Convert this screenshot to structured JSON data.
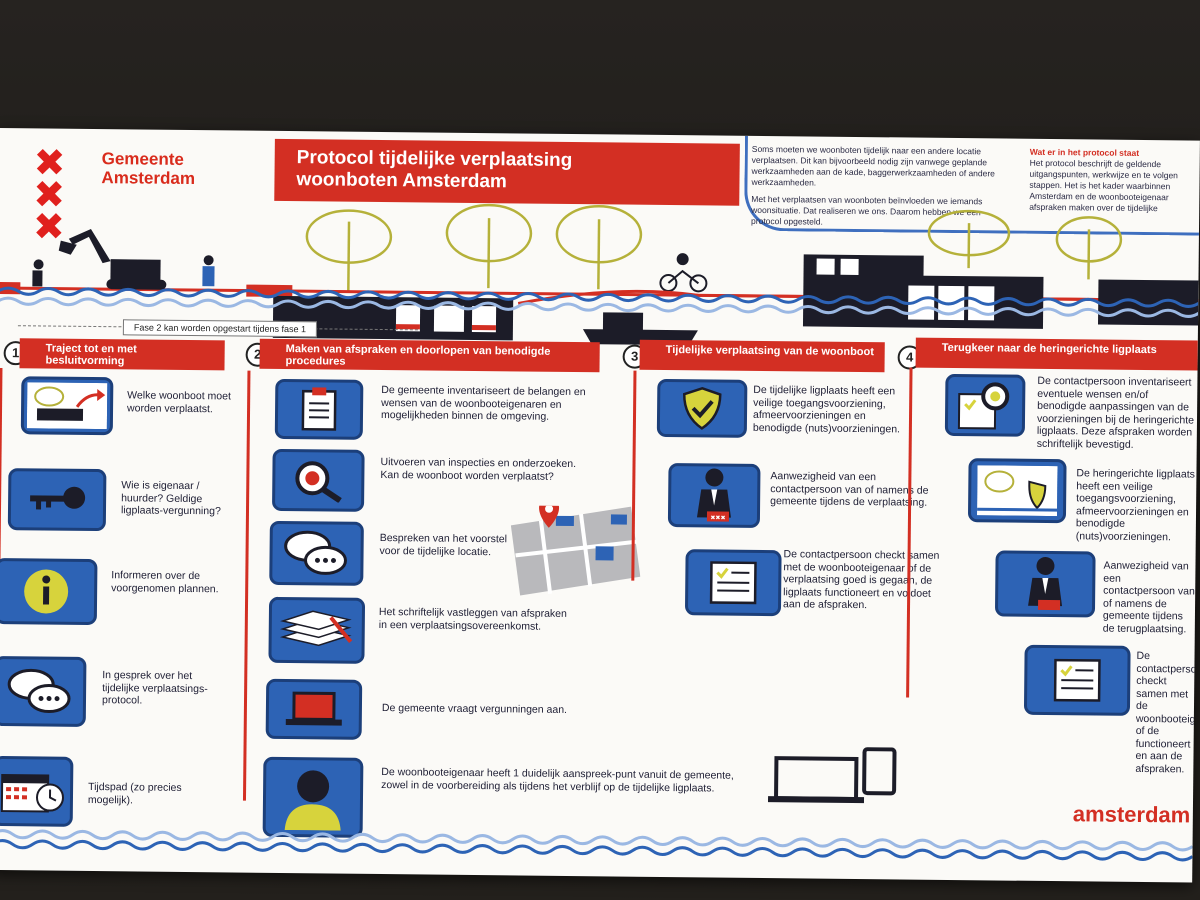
{
  "header": {
    "org_line1": "Gemeente",
    "org_line2": "Amsterdam",
    "title_line1": "Protocol tijdelijke verplaatsing",
    "title_line2": "woonboten Amsterdam"
  },
  "intro": {
    "p1": "Soms moeten we woonboten tijdelijk naar een andere locatie verplaatsen. Dit kan bijvoorbeeld nodig zijn vanwege geplande werkzaamheden aan de kade, baggerwerkzaamheden of andere werkzaamheden.",
    "p2": "Met het verplaatsen van woonboten beïnvloeden we iemands woonsituatie. Dat realiseren we ons. Daarom hebben we een protocol opgesteld.",
    "right_heading": "Wat er in het protocol staat",
    "right_text": "Het protocol beschrijft de geldende uitgangspunten, werkwijze en te volgen stappen. Het is het kader waarbinnen Amsterdam en de woonbooteigenaar afspraken maken over de tijdelijke"
  },
  "phase_note": "Fase 2 kan worden opgestart tijdens fase 1",
  "columns": [
    {
      "number": "1",
      "heading": "Traject tot en met besluitvorming",
      "steps": [
        {
          "icon": "houseboat-move-icon",
          "text": "Welke woonboot moet worden verplaatst."
        },
        {
          "icon": "key-icon",
          "text": "Wie is eigenaar / huurder? Geldige ligplaats-vergunning?"
        },
        {
          "icon": "info-icon",
          "text": "Informeren over de voorgenomen plannen."
        },
        {
          "icon": "chat-icon",
          "text": "In gesprek over het tijdelijke verplaatsings-protocol."
        },
        {
          "icon": "calendar-clock-icon",
          "text": "Tijdspad (zo precies mogelijk)."
        }
      ]
    },
    {
      "number": "2",
      "heading": "Maken van afspraken en doorlopen van benodigde procedures",
      "steps": [
        {
          "icon": "clipboard-icon",
          "text": "De gemeente inventariseert de belangen en wensen van de woonbooteigenaren en mogelijkheden binnen de omgeving."
        },
        {
          "icon": "magnifier-icon",
          "text": "Uitvoeren van inspecties en onderzoeken. Kan de woonboot worden verplaatst?"
        },
        {
          "icon": "chat-icon",
          "text": "Bespreken van het voorstel voor de tijdelijke locatie."
        },
        {
          "icon": "paper-stack-icon",
          "text": "Het schriftelijk vastleggen van afspraken in een verplaatsingsovereenkomst."
        },
        {
          "icon": "laptop-icon",
          "text": "De gemeente vraagt vergunningen aan."
        },
        {
          "icon": "person-icon",
          "text": "De woonbooteigenaar heeft 1 duidelijk aanspreek-punt vanuit de gemeente, zowel in de voorbereiding als tijdens het verblijf op de tijdelijke ligplaats."
        }
      ]
    },
    {
      "number": "3",
      "heading": "Tijdelijke verplaatsing van de woonboot",
      "steps": [
        {
          "icon": "shield-check-icon",
          "text": "De tijdelijke ligplaats heeft een veilige toegangsvoorziening, afmeervoorzieningen en benodigde (nuts)voorzieningen."
        },
        {
          "icon": "contact-person-icon",
          "text": "Aanwezigheid van een contactpersoon van of namens de gemeente tijdens de verplaatsing."
        },
        {
          "icon": "checklist-icon",
          "text": "De contactpersoon checkt samen met de woonbooteigenaar of de verplaatsing goed is gegaan, de ligplaats functioneert en voldoet aan de afspraken."
        }
      ]
    },
    {
      "number": "4",
      "heading": "Terugkeer naar de heringerichte ligplaats",
      "steps": [
        {
          "icon": "inspect-document-icon",
          "text": "De contactpersoon inventariseert eventuele wensen en/of benodigde aanpassingen van de voorzieningen bij de heringerichte ligplaats. Deze afspraken worden schriftelijk bevestigd."
        },
        {
          "icon": "berth-check-icon",
          "text": "De heringerichte ligplaats heeft een veilige toegangsvoorziening, afmeervoorzieningen en benodigde (nuts)voorzieningen."
        },
        {
          "icon": "contact-person-icon",
          "text": "Aanwezigheid van een contactpersoon van of namens de gemeente tijdens de terugplaatsing."
        },
        {
          "icon": "checklist-icon",
          "text": "De contactpersoon checkt samen met de woonbooteigenaar of de functioneert en aan de afspraken."
        }
      ]
    }
  ],
  "brand": "amsterdam",
  "colors": {
    "red": "#d32f23",
    "blue": "#2d63b5",
    "navy": "#1c3f7a",
    "yellow": "#d7d33c"
  }
}
